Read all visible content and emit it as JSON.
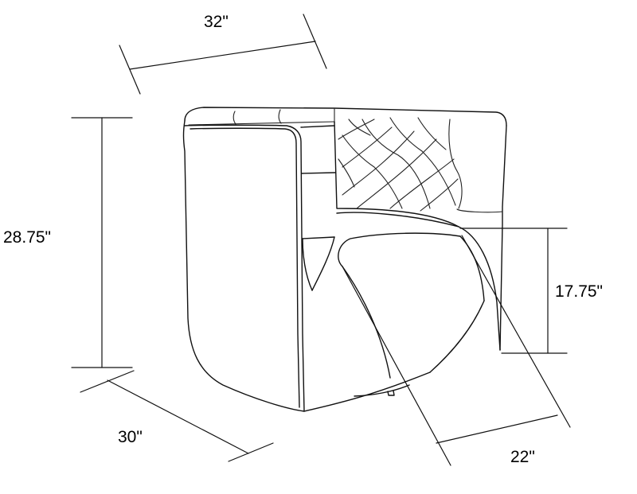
{
  "dimensions": {
    "width": "32\"",
    "height": "28.75\"",
    "seat_height": "17.75\"",
    "depth": "30\"",
    "seat_depth": "22\""
  },
  "colors": {
    "line": "#111111",
    "background": "#ffffff"
  }
}
